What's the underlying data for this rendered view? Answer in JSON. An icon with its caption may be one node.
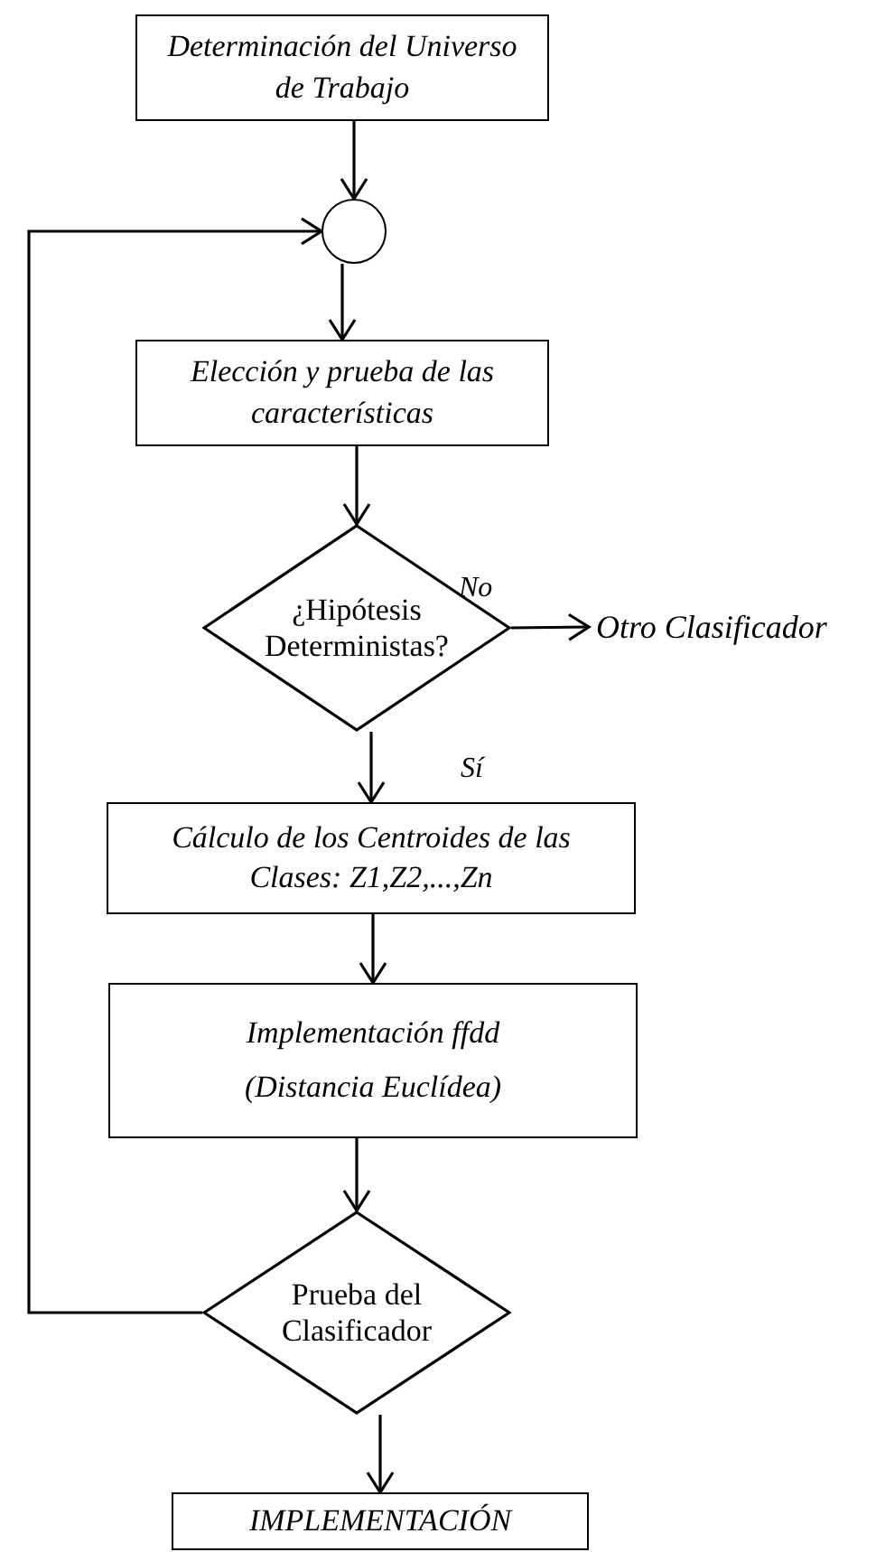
{
  "diagram": {
    "nodes": [
      {
        "text": [
          "Determinación del Universo de Trabajo"
        ]
      },
      {
        "text": [],
        "shape": "circle"
      },
      {
        "text": [
          "Elección y prueba de las características"
        ]
      },
      {
        "text": [
          "¿Hipótesis Deterministas?"
        ]
      },
      {
        "text": [
          "Otro Clasificador"
        ]
      },
      {
        "text": [
          "Cálculo de los Centroides de las Clases: Z1,Z2,...,Zn"
        ]
      },
      {
        "text": [
          "Implementación ffdd",
          "(Distancia Euclídea)"
        ]
      },
      {
        "text": [
          "Prueba del Clasificador"
        ]
      },
      {
        "text": [
          "IMPLEMENTACIÓN"
        ]
      }
    ],
    "edges": [
      {
        "from": 0,
        "to": 1,
        "arrow": "to"
      },
      {
        "from": 7,
        "to": 1,
        "arrow": "to"
      },
      {
        "from": 1,
        "to": 2,
        "arrow": "to"
      },
      {
        "from": 2,
        "to": 3,
        "arrow": "to"
      },
      {
        "from": 3,
        "to": 4,
        "arrow": "to",
        "label": "No"
      },
      {
        "from": 3,
        "to": 5,
        "arrow": "to",
        "label": "Sí"
      },
      {
        "from": 5,
        "to": 6,
        "arrow": "to"
      },
      {
        "from": 6,
        "to": 7,
        "arrow": "to"
      },
      {
        "from": 7,
        "to": 8,
        "arrow": "to"
      }
    ]
  }
}
